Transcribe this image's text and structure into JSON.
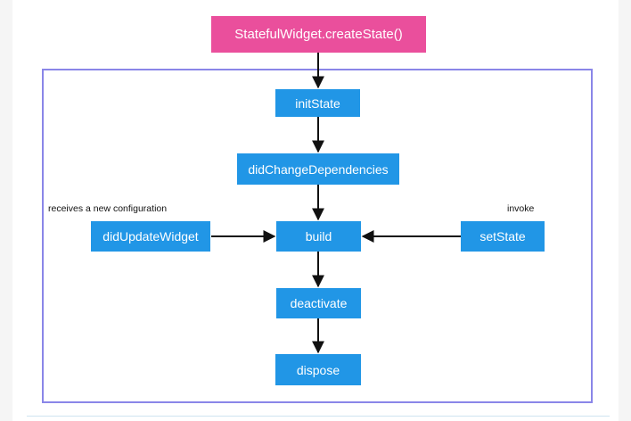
{
  "nodes": {
    "create_state": "StatefulWidget.createState()",
    "init_state": "initState",
    "did_change_dependencies": "didChangeDependencies",
    "build": "build",
    "did_update_widget": "didUpdateWidget",
    "set_state": "setState",
    "deactivate": "deactivate",
    "dispose": "dispose"
  },
  "annotations": {
    "receives_config": "receives a new configuration",
    "invoke": "invoke"
  },
  "colors": {
    "entry_node": "#ea4f9c",
    "lifecycle_node": "#2196e6",
    "frame_border": "#8a86e8",
    "arrow": "#111111"
  }
}
